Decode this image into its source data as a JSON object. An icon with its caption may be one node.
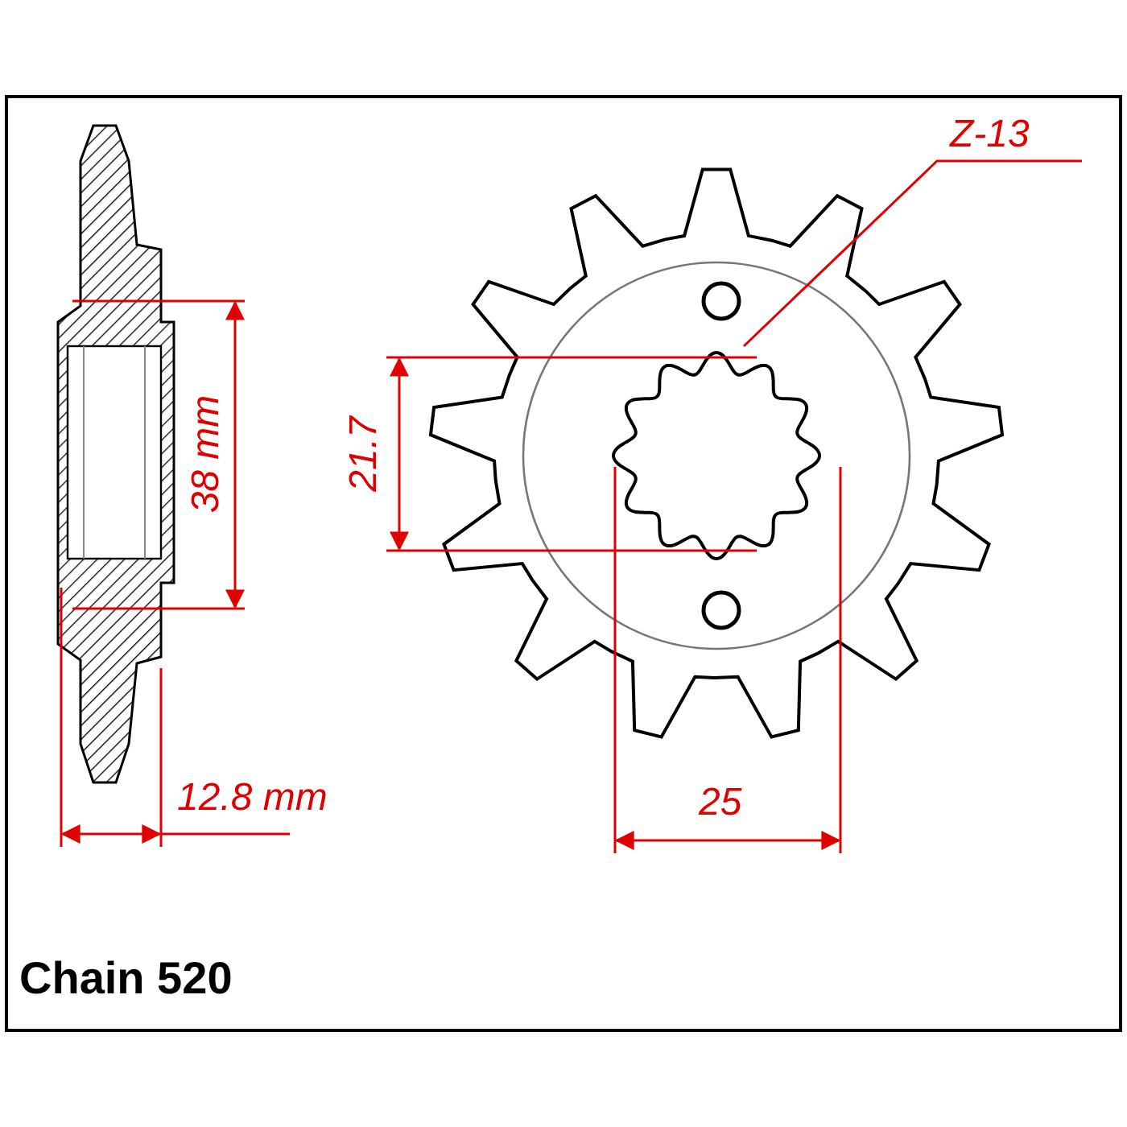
{
  "diagram": {
    "nodes": [
      {
        "text": [
          "Z-13"
        ]
      },
      {
        "text": [],
        "shape": "picture"
      }
    ],
    "edges": [
      {
        "from": 0,
        "to": 1,
        "arrow": "none"
      }
    ],
    "labels": [
      "38 mm",
      "21.7",
      "12.8 mm",
      "25",
      "Chain 520"
    ]
  }
}
